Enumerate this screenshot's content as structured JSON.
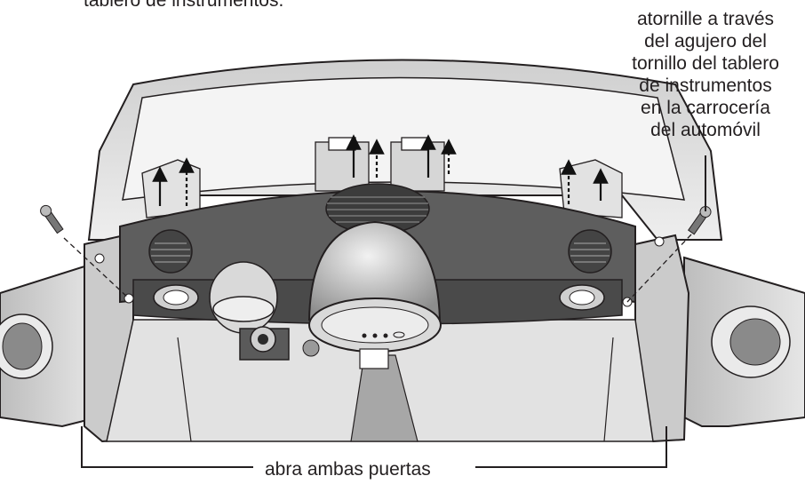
{
  "callouts": {
    "top_left_partial": "tablero de instrumentos.",
    "screw_instruction_lines": [
      "atornille a través",
      "del agujero del",
      "tornillo del tablero",
      "de instrumentos",
      "en la carrocería",
      "del automóvil"
    ],
    "open_doors": "abra ambas puertas"
  },
  "colors": {
    "line": "#231f20",
    "body_light": "#dcdcdc",
    "body_mid": "#bdbdbd",
    "dash_dark": "#5e5e5e",
    "dash_darker": "#3c3c3c"
  },
  "icons": [
    "screw-icon",
    "arrow-up-icon",
    "vent-icon",
    "steering-hub-icon"
  ]
}
